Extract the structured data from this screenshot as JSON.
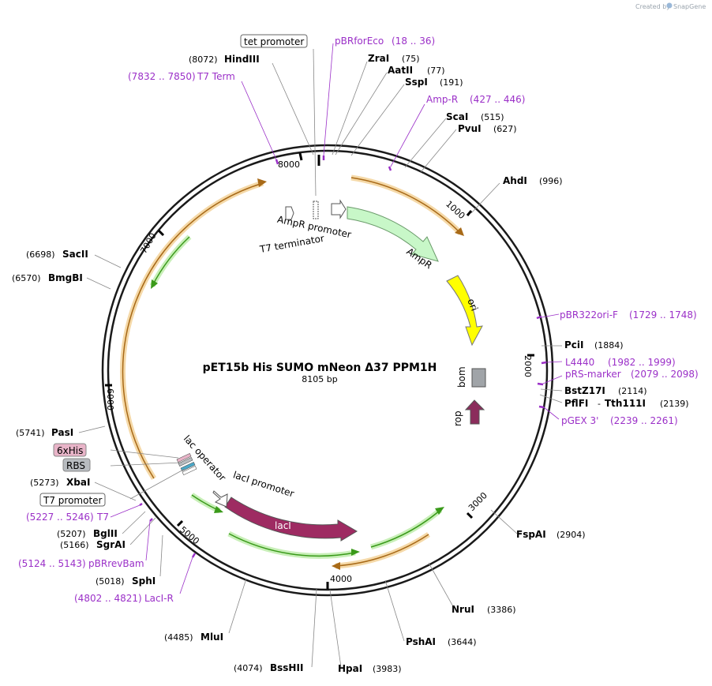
{
  "header": {
    "credit": "Created by",
    "brand": "SnapGene"
  },
  "plasmid": {
    "name": "pET15b His SUMO mNeon  Δ37 PPM1H",
    "size": "8105 bp"
  },
  "ticks": [
    "1000",
    "2000",
    "3000",
    "4000",
    "5000",
    "6000",
    "7000",
    "8000"
  ],
  "enzymes": {
    "hindiii": {
      "name": "HindIII",
      "pos": "(8072)"
    },
    "zrai": {
      "name": "ZraI",
      "pos": "(75)"
    },
    "aatii": {
      "name": "AatII",
      "pos": "(77)"
    },
    "sspi": {
      "name": "SspI",
      "pos": "(191)"
    },
    "scai": {
      "name": "ScaI",
      "pos": "(515)"
    },
    "pvui": {
      "name": "PvuI",
      "pos": "(627)"
    },
    "ahdi": {
      "name": "AhdI",
      "pos": "(996)"
    },
    "pcii": {
      "name": "PciI",
      "pos": "(1884)"
    },
    "bstz17i": {
      "name": "BstZ17I",
      "pos": "(2114)"
    },
    "pflfi": {
      "name": "PflFI",
      "dash": "-",
      "name2": "Tth111I",
      "pos": "(2139)"
    },
    "fspai": {
      "name": "FspAI",
      "pos": "(2904)"
    },
    "nrui": {
      "name": "NruI",
      "pos": "(3386)"
    },
    "pshai": {
      "name": "PshAI",
      "pos": "(3644)"
    },
    "hpai": {
      "name": "HpaI",
      "pos": "(3983)"
    },
    "bsshii": {
      "name": "BssHII",
      "pos": "(4074)"
    },
    "mlui": {
      "name": "MluI",
      "pos": "(4485)"
    },
    "sphi": {
      "name": "SphI",
      "pos": "(5018)"
    },
    "sgrai": {
      "name": "SgrAI",
      "pos": "(5166)"
    },
    "bglii": {
      "name": "BglII",
      "pos": "(5207)"
    },
    "xbai": {
      "name": "XbaI",
      "pos": "(5273)"
    },
    "pasi": {
      "name": "PasI",
      "pos": "(5741)"
    },
    "bmgbi": {
      "name": "BmgBI",
      "pos": "(6570)"
    },
    "sacii": {
      "name": "SacII",
      "pos": "(6698)"
    }
  },
  "primers": {
    "pbrforeco": {
      "name": "pBRforEco",
      "range": "(18 .. 36)"
    },
    "t7term": {
      "name": "T7 Term",
      "range": "(7832 .. 7850)"
    },
    "ampr": {
      "name": "Amp-R",
      "range": "(427 .. 446)"
    },
    "pbr322ori": {
      "name": "pBR322ori-F",
      "range": "(1729 .. 1748)"
    },
    "l4440": {
      "name": "L4440",
      "range": "(1982 .. 1999)"
    },
    "prsmarker": {
      "name": "pRS-marker",
      "range": "(2079 .. 2098)"
    },
    "pgex3": {
      "name": "pGEX 3'",
      "range": "(2239 .. 2261)"
    },
    "t7": {
      "name": "T7",
      "range": "(5227 .. 5246)"
    },
    "pbrrevbam": {
      "name": "pBRrevBam",
      "range": "(5124 .. 5143)"
    },
    "lacir": {
      "name": "LacI-R",
      "range": "(4802 .. 4821)"
    }
  },
  "boxed_features": {
    "tet_promoter": "tet promoter",
    "sixhis": "6xHis",
    "rbs": "RBS",
    "t7_promoter": "T7 promoter"
  },
  "features": {
    "t7_terminator": "T7 terminator",
    "ampr_promoter": "AmpR promoter",
    "ampr": "AmpR",
    "ori": "ori",
    "bom": "bom",
    "rop": "rop",
    "lac_operator": "lac operator",
    "laci_promoter": "lacI promoter",
    "laci": "lacI"
  },
  "colors": {
    "backbone": "#1a1a1a",
    "primer": "#9b30c8",
    "ampr_fill": "#c8f7c8",
    "ori_fill": "#ffff00",
    "bom_fill": "#a0a4a8",
    "rop_fill": "#8b2d5c",
    "laci_fill": "#9e2b62",
    "orange_arrow": "#e8a03a",
    "green_arrow": "#3a9a1a",
    "sixhis_fill": "#e8b4c8",
    "rbs_fill": "#b8bcc0"
  }
}
